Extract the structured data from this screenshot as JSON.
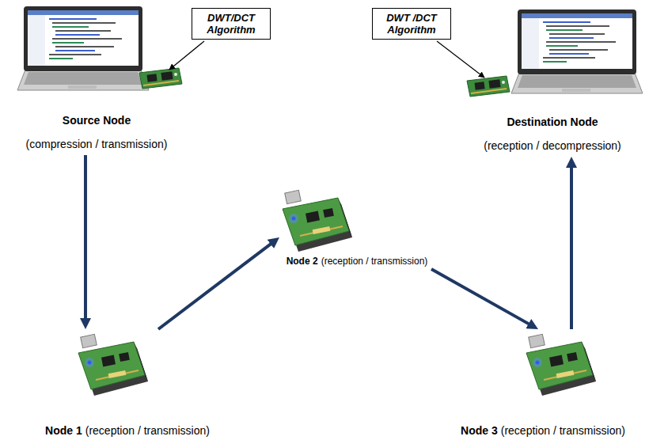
{
  "diagram": {
    "nodes": [
      {
        "text": [
          "Source Node",
          "(compression / transmission)"
        ]
      },
      {
        "text": [
          "DWT/DCT Algorithm"
        ]
      },
      {
        "text": [
          "DWT /DCT Algorithm"
        ]
      },
      {
        "text": [
          "Destination Node",
          "(reception / decompression)"
        ]
      },
      {
        "text": [
          "Node 2",
          "(reception / transmission)"
        ]
      },
      {
        "text": [
          "Node 1",
          "(reception / transmission)"
        ]
      },
      {
        "text": [
          "Node 3",
          "(reception / transmission)"
        ]
      }
    ],
    "edges": [
      {
        "from": 0,
        "to": 5,
        "arrow": "to"
      },
      {
        "from": 5,
        "to": 4,
        "arrow": "to"
      },
      {
        "from": 4,
        "to": 6,
        "arrow": "to"
      },
      {
        "from": 6,
        "to": 3,
        "arrow": "to"
      }
    ]
  }
}
